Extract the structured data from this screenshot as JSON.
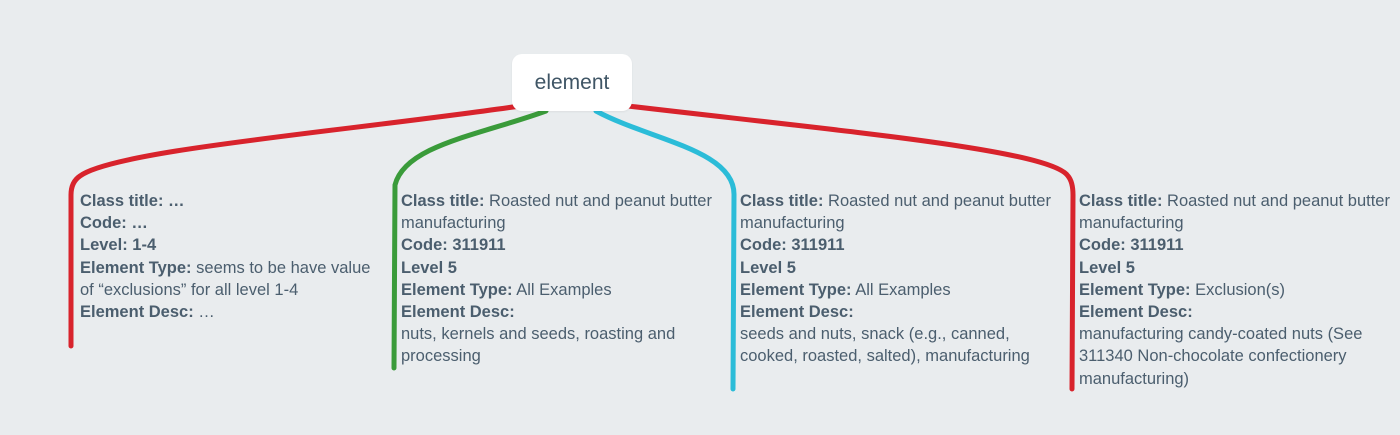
{
  "root": {
    "label": "element"
  },
  "colors": {
    "red": "#d8232c",
    "green": "#3a9b3a",
    "cyan": "#2bbcd8",
    "background": "#e9ecee",
    "text": "#4b5e6e"
  },
  "leaves": [
    {
      "color": "#d8232c",
      "class_title_label": "Class title:",
      "class_title_value": " …",
      "code_label": "Code:",
      "code_value": " …",
      "level": "Level: 1-4",
      "element_type_label": "Element Type:",
      "element_type_value": " seems to be have value of “exclusions” for all level 1-4",
      "element_desc_label": "Element Desc:",
      "element_desc_value": " …"
    },
    {
      "color": "#3a9b3a",
      "class_title_label": "Class title:",
      "class_title_value": " Roasted nut and peanut butter manufacturing",
      "code_label": "Code:",
      "code_value": " 311911",
      "level": "Level 5",
      "element_type_label": "Element Type:",
      "element_type_value": " All Examples",
      "element_desc_label": "Element Desc:",
      "element_desc_value": "nuts, kernels and seeds, roasting and processing"
    },
    {
      "color": "#2bbcd8",
      "class_title_label": "Class title:",
      "class_title_value": " Roasted nut and peanut butter manufacturing",
      "code_label": "Code:",
      "code_value": " 311911",
      "level": "Level 5",
      "element_type_label": "Element Type:",
      "element_type_value": " All Examples",
      "element_desc_label": "Element Desc:",
      "element_desc_value": "seeds and nuts, snack (e.g., canned, cooked, roasted, salted), manufacturing"
    },
    {
      "color": "#d8232c",
      "class_title_label": "Class title:",
      "class_title_value": " Roasted nut and peanut butter manufacturing",
      "code_label": "Code:",
      "code_value": " 311911",
      "level": "Level 5",
      "element_type_label": "Element Type:",
      "element_type_value": " Exclusion(s)",
      "element_desc_label": "Element Desc:",
      "element_desc_value": "manufacturing candy-coated nuts (See 311340 Non-chocolate confectionery manufacturing)"
    }
  ]
}
